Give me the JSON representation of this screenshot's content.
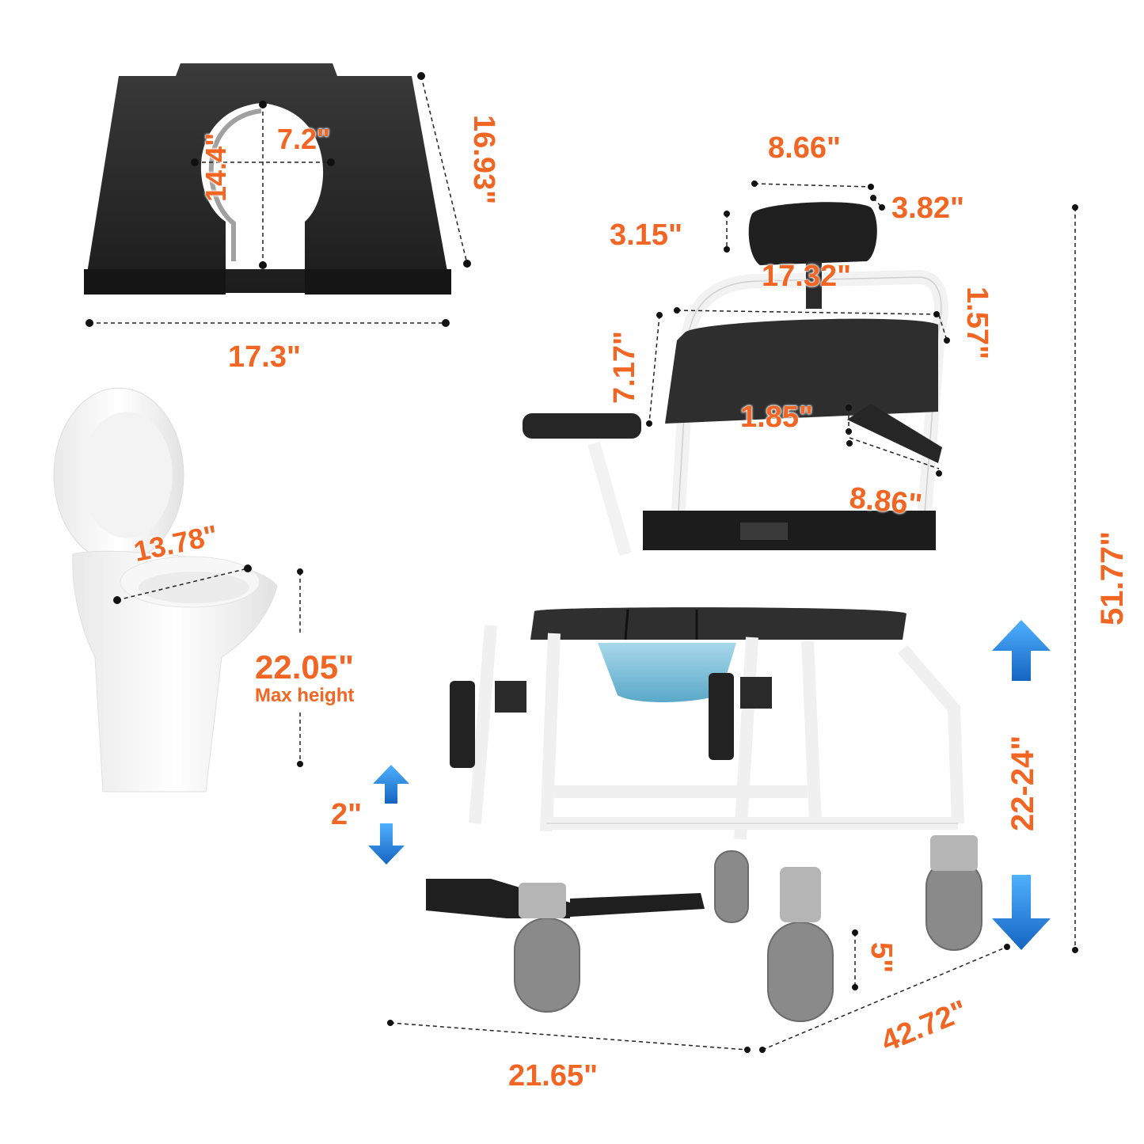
{
  "colors": {
    "accent_orange": "#f26522",
    "arrow_blue": "#1e88e5",
    "cushion_black": "#2b2b2b",
    "frame_white": "#f4f4f4",
    "bucket_blue": "#7fc4dc",
    "wheel_gray": "#8a8a8a",
    "dim_line": "#222222"
  },
  "seat_cushion": {
    "opening_width": "7.2\"",
    "opening_length": "14.4\"",
    "depth": "16.93\"",
    "width": "17.3\""
  },
  "toilet": {
    "seat_width": "13.78\"",
    "max_height": "22.05\"",
    "max_height_caption": "Max height"
  },
  "chair": {
    "headrest_width": "8.66\"",
    "headrest_depth": "3.82\"",
    "headrest_height": "3.15\"",
    "backrest_width": "17.32\"",
    "backrest_thickness": "1.57\"",
    "backrest_height": "7.17\"",
    "armrest_thickness": "1.85\"",
    "armrest_length": "8.86\"",
    "overall_height": "51.77\"",
    "seat_height_range": "22-24\"",
    "footrest_adjust": "2\"",
    "wheel_size": "5\"",
    "overall_length": "42.72\"",
    "overall_width": "21.65\""
  },
  "icons": {
    "up_arrow": "arrow-up-icon",
    "down_arrow": "arrow-down-icon"
  }
}
